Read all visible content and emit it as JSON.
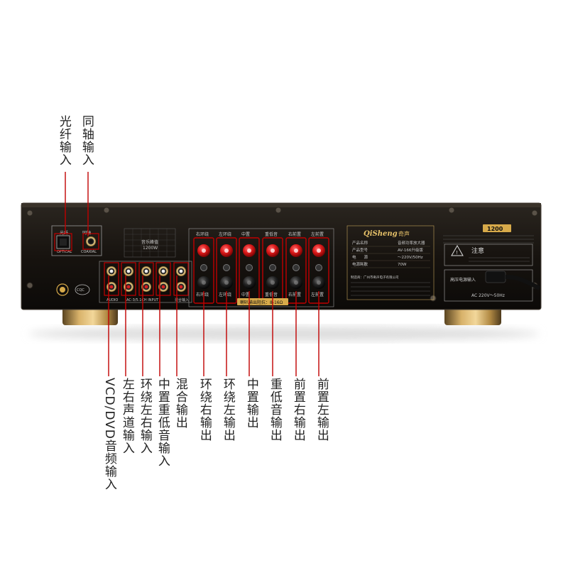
{
  "top_labels": [
    {
      "id": "optical",
      "text": "光纤输入",
      "color": "#c00000"
    },
    {
      "id": "coaxial",
      "text": "同轴输入",
      "color": "#c00000"
    }
  ],
  "bottom_labels": [
    {
      "id": "vcd-dvd",
      "text": "VCD/DVD音频输入"
    },
    {
      "id": "lr-channel",
      "text": "左右声道输入"
    },
    {
      "id": "surround-lr",
      "text": "环绕左右输入"
    },
    {
      "id": "center-sub",
      "text": "中置重低音输入"
    },
    {
      "id": "mix-out",
      "text": "混合输出"
    },
    {
      "id": "surround-right",
      "text": "环绕右输出"
    },
    {
      "id": "surround-left",
      "text": "环绕左输出"
    },
    {
      "id": "center-out",
      "text": "中置输出"
    },
    {
      "id": "subwoofer-out",
      "text": "重低音输出"
    },
    {
      "id": "front-right",
      "text": "前置右输出"
    },
    {
      "id": "front-left",
      "text": "前置左输出"
    }
  ],
  "panel": {
    "brand": "QiSheng",
    "brand_cn": "奇声",
    "model_badge": "1200",
    "optical_tag": "光纤",
    "optical_sub": "OPTICAL",
    "coaxial_tag": "同轴",
    "coaxial_sub": "COAXIAL",
    "spec_title": "音乐峰值",
    "spec_power": "1200W",
    "speaker_headers": [
      "右环绕",
      "左环绕",
      "中置",
      "重低音",
      "右前置",
      "左前置"
    ],
    "speaker_footer": [
      "右环绕",
      "左环绕",
      "中置",
      "重低音",
      "右前置",
      "左前置"
    ],
    "impedance_note": "喇叭输出阻抗：8-16Ω",
    "rca_group_labels": [
      "AUDIO",
      "AC-3/5.1CH INPUT",
      "混合输入"
    ],
    "ccc_mark": "CQC",
    "warning_title": "注意",
    "power_input": "高压电源输入",
    "ac_rating": "AC 220V～50Hz",
    "info_rows": [
      {
        "k": "产品名称",
        "v": "音频功率放大器"
      },
      {
        "k": "产品型号",
        "v": "AV-166升级版"
      },
      {
        "k": "电　　源",
        "v": "～220V/50Hz"
      },
      {
        "k": "电源耗散",
        "v": "70W"
      }
    ],
    "maker": "制造商：广州市奇声电子有限公司"
  },
  "colors": {
    "accent": "#c00000",
    "panel": "#16130f",
    "gold": "#d7aa4a"
  }
}
